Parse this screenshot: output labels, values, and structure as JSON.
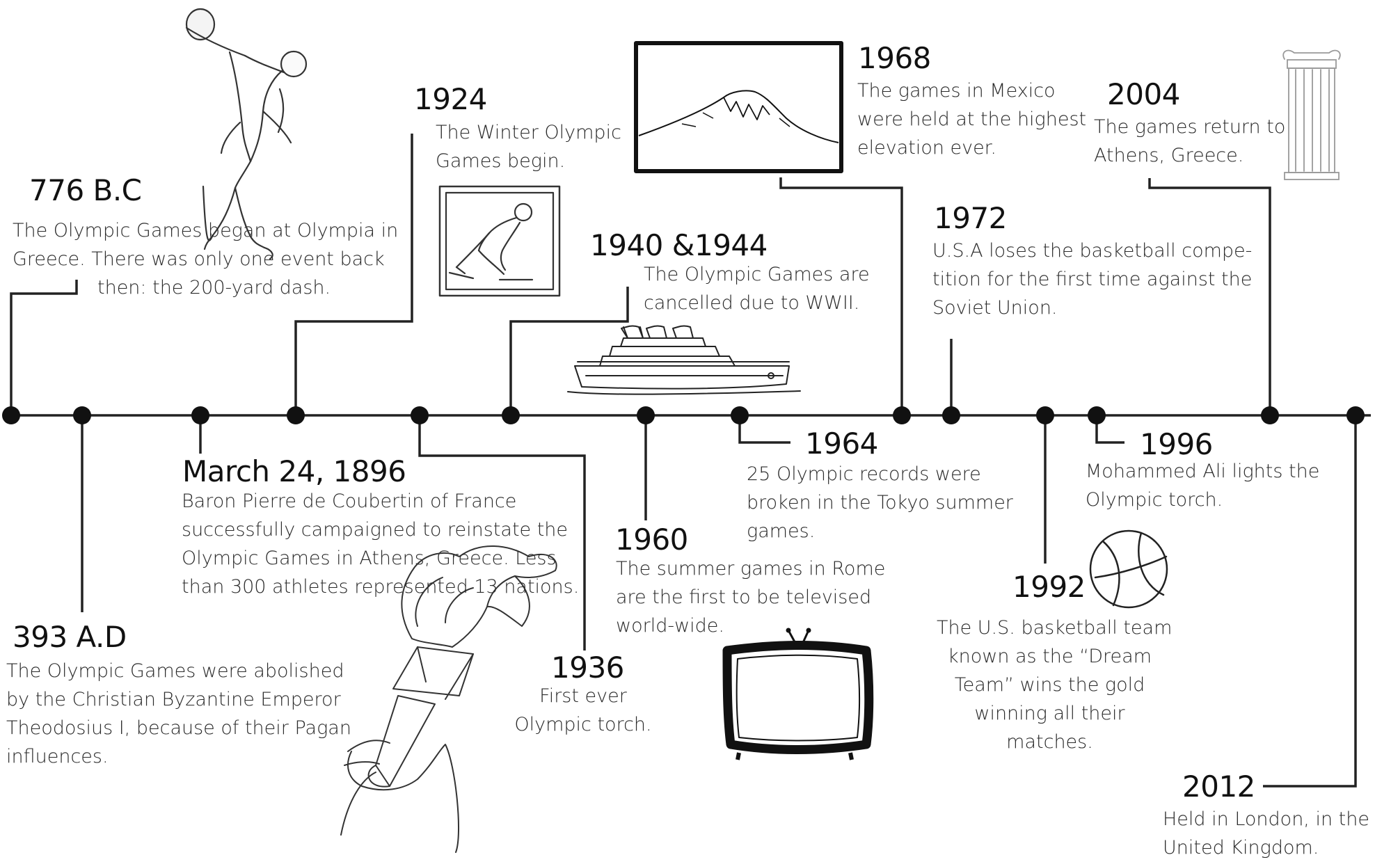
{
  "timeline": {
    "events": [
      {
        "id": "776bc",
        "year": "776 B.C",
        "lines": [
          " The Olympic Games began at Olympia in",
          "Greece. There was only one event back",
          "then: the 200-yard dash."
        ]
      },
      {
        "id": "393ad",
        "year": "393 A.D",
        "lines": [
          "The Olympic Games were abolished",
          "by the Christian Byzantine Emperor",
          "Theodosius I, because of their Pagan",
          "influences."
        ]
      },
      {
        "id": "1896",
        "year": "March 24, 1896",
        "lines": [
          "Baron Pierre de Coubertin of France",
          "successfully campaigned to reinstate the",
          "Olympic Games in Athens, Greece. Less",
          "than 300 athletes represented 13 nations."
        ]
      },
      {
        "id": "1924",
        "year": "1924",
        "lines": [
          "The Winter Olympic",
          "Games begin."
        ]
      },
      {
        "id": "1936",
        "year": "1936",
        "lines": [
          "First ever",
          "Olympic torch."
        ]
      },
      {
        "id": "1940",
        "year": "1940 &1944",
        "lines": [
          "The Olympic Games are",
          "cancelled due to WWII."
        ]
      },
      {
        "id": "1960",
        "year": "1960",
        "lines": [
          "The summer games in Rome",
          "are the first to be televised",
          "world-wide."
        ]
      },
      {
        "id": "1964",
        "year": "1964",
        "lines": [
          "25 Olympic records were",
          "broken in the Tokyo summer",
          "games."
        ]
      },
      {
        "id": "1968",
        "year": "1968",
        "lines": [
          "The games in Mexico",
          "were held at the highest",
          "elevation ever."
        ]
      },
      {
        "id": "1972",
        "year": "1972",
        "lines": [
          "U.S.A loses the basketball compe-",
          "tition for the first time against the",
          "Soviet Union."
        ]
      },
      {
        "id": "1992",
        "year": "1992",
        "lines": [
          "The U.S. basketball team",
          "known as the “Dream",
          "Team” wins the gold",
          "winning all their",
          "matches."
        ]
      },
      {
        "id": "1996",
        "year": "1996",
        "lines": [
          "Mohammed Ali lights the",
          "Olympic torch."
        ]
      },
      {
        "id": "2004",
        "year": "2004",
        "lines": [
          "The games return to",
          "Athens, Greece."
        ]
      },
      {
        "id": "2012",
        "year": "2012",
        "lines": [
          "Held in London, in the",
          "United Kingdom."
        ]
      }
    ]
  },
  "illustrations": {
    "discus_thrower": "discus-thrower-statue-icon",
    "skater": "speed-skater-icon",
    "mountain": "mountain-framed-icon",
    "column": "greek-column-icon",
    "ship": "ocean-liner-icon",
    "torch": "olympic-torch-icon",
    "tv": "television-icon",
    "ball": "basketball-icon"
  },
  "colors": {
    "line": "#222222",
    "text": "#2a2a2a"
  }
}
